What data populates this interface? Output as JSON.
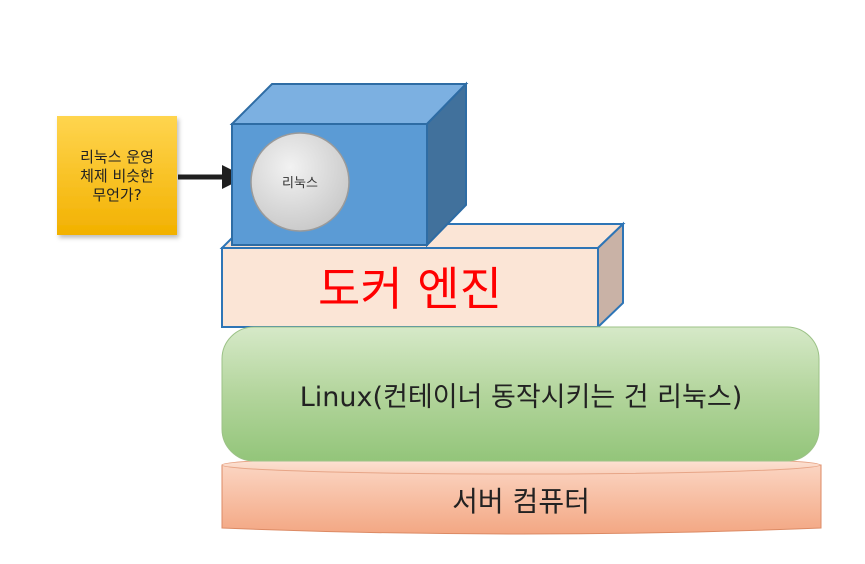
{
  "note": {
    "lines": [
      "리눅스 운영",
      "체제 비슷한",
      "무언가?"
    ]
  },
  "container": {
    "label": "리눅스"
  },
  "engine": {
    "label": "도커 엔진"
  },
  "os_layer": {
    "label": "Linux(컨테이너 동작시키는 건 리눅스)"
  },
  "hardware_layer": {
    "label": "서버 컴퓨터"
  },
  "colors": {
    "note_fill": "#ffc000",
    "container_front": "#5b9bd5",
    "container_top": "#7cb0e1",
    "container_side": "#41719c",
    "engine_front": "#fbe5d6",
    "engine_side": "#c9b2a6",
    "linux_fill": "#a9d18e",
    "server_fill": "#f4b183",
    "engine_text": "#ff0000"
  }
}
